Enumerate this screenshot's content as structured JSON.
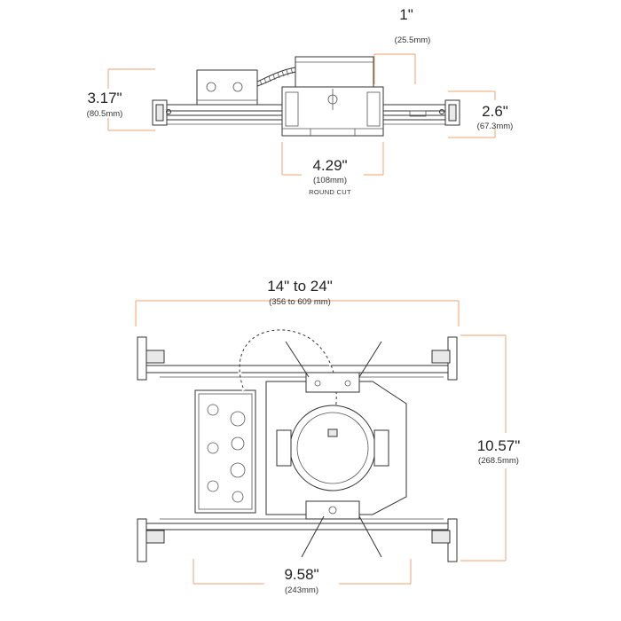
{
  "colors": {
    "dimension_line": "#f0a070",
    "drawing_line": "#333333"
  },
  "side_view": {
    "top_width": {
      "value": "1\"",
      "metric": "(25.5mm)"
    },
    "left_height": {
      "value": "3.17\"",
      "metric": "(80.5mm)"
    },
    "right_height": {
      "value": "2.6\"",
      "metric": "(67.3mm)"
    },
    "cutout": {
      "value": "4.29\"",
      "metric": "(108mm)",
      "note": "ROUND CUT"
    }
  },
  "top_view": {
    "bar_span": {
      "value": "14\" to 24\"",
      "metric": "(356 to 609 mm)"
    },
    "depth": {
      "value": "10.57\"",
      "metric": "(268.5mm)"
    },
    "width": {
      "value": "9.58\"",
      "metric": "(243mm)"
    }
  }
}
